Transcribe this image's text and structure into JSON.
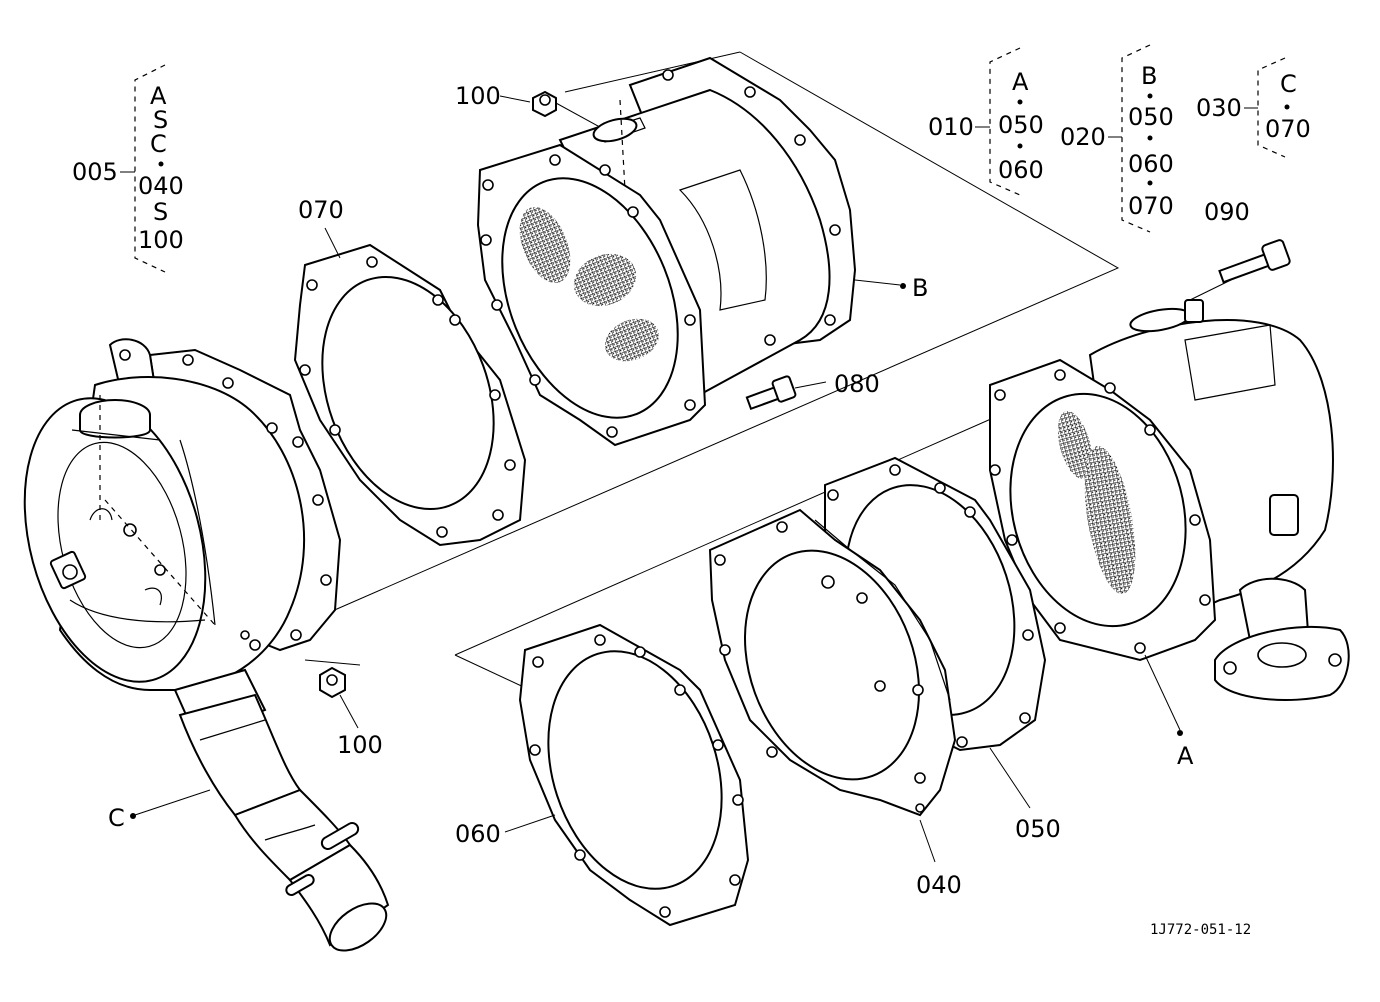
{
  "parts": {
    "p005": "005",
    "p010": "010",
    "p020": "020",
    "p030": "030",
    "p040": "040",
    "p050": "050",
    "p060": "060",
    "p070": "070",
    "p080": "080",
    "p090": "090",
    "p100_top": "100",
    "p100_bottom": "100"
  },
  "assembly_groups": {
    "g005": [
      "A",
      "C",
      "040",
      "100"
    ],
    "g010": [
      "A",
      "050",
      "060"
    ],
    "g020": [
      "B",
      "050",
      "060",
      "070"
    ],
    "g030": [
      "C",
      "070"
    ]
  },
  "reference_points": {
    "A": "A",
    "B": "B",
    "C": "C"
  },
  "drawing_number": "1J772-051-12"
}
